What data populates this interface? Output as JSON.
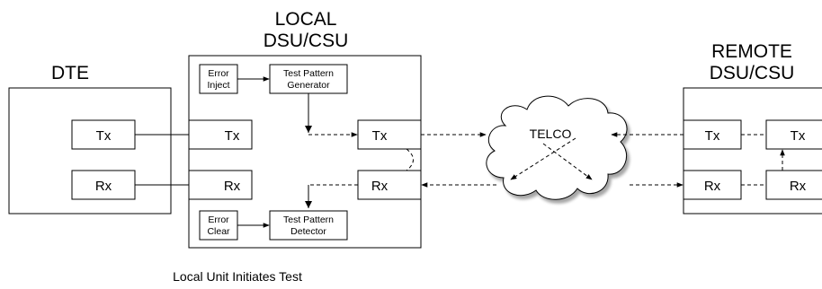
{
  "dte": {
    "title": "DTE",
    "tx_label": "Tx",
    "rx_label": "Rx"
  },
  "local": {
    "title_line1": "LOCAL",
    "title_line2": "DSU/CSU",
    "dte_tx_label": "Tx",
    "dte_rx_label": "Rx",
    "line_tx_label": "Tx",
    "line_rx_label": "Rx",
    "error_inject": [
      "Error",
      "Inject"
    ],
    "pattern_generator": [
      "Test Pattern",
      "Generator"
    ],
    "error_clear": [
      "Error",
      "Clear"
    ],
    "pattern_detector": [
      "Test Pattern",
      "Detector"
    ]
  },
  "telco": {
    "label": "TELCO"
  },
  "remote": {
    "title_line1": "REMOTE",
    "title_line2": "DSU/CSU",
    "line_tx_label": "Tx",
    "line_rx_label": "Rx",
    "loop_tx_label": "Tx",
    "loop_rx_label": "Rx"
  },
  "caption": "Local Unit Initiates Test"
}
